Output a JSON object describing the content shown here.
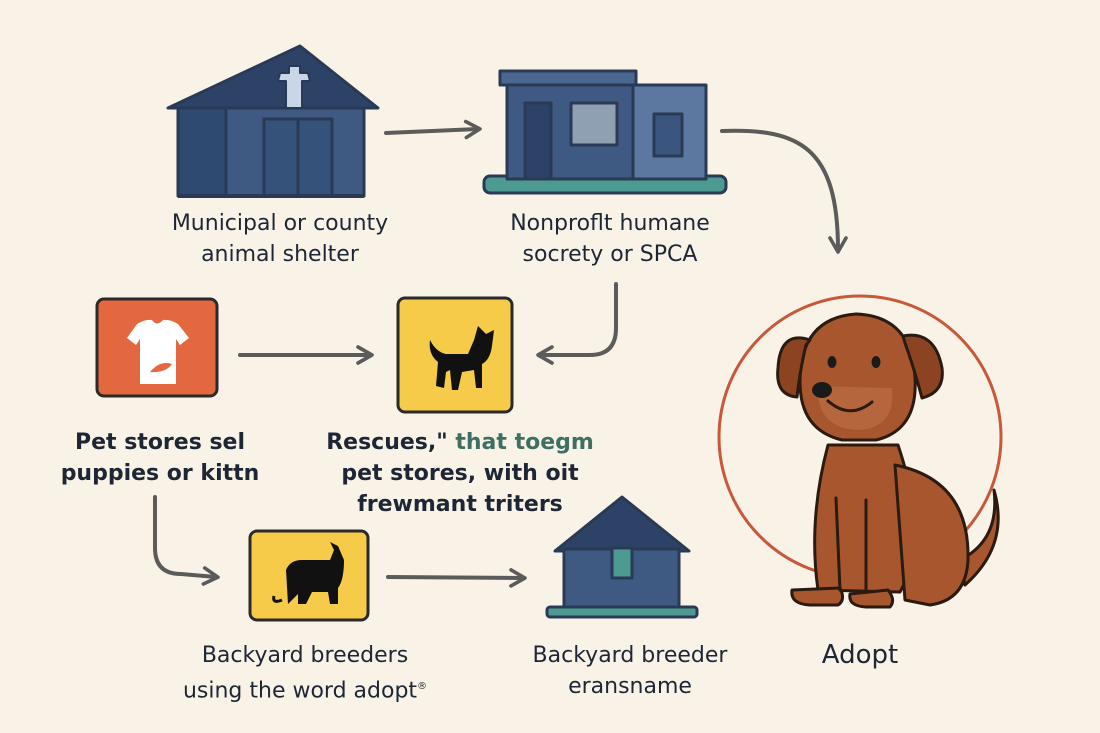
{
  "nodes": {
    "municipal_shelter": {
      "lines": [
        "Municipal or county",
        "animal shelter"
      ]
    },
    "nonprofit_humane": {
      "lines": [
        "Nonproflt humane",
        "socrety or SPCA"
      ]
    },
    "pet_stores": {
      "lines": [
        "Pet stores sel",
        "puppies or kittn"
      ]
    },
    "rescues": {
      "line1a": "Rescues,\"",
      "line1b": " that toegm",
      "line2": "pet stores, with oit",
      "line3": "frewmant triters"
    },
    "backyard_adopt": {
      "lines": [
        "Backyard breeders",
        "using the word  adopt"
      ],
      "mark": "®"
    },
    "backyard_name": {
      "lines": [
        "Backyard breeder",
        "eransname"
      ]
    },
    "adopt": {
      "label": "Adopt"
    }
  },
  "icons": {
    "municipal_shelter": "barn-shelter-icon",
    "nonprofit_humane": "building-icon",
    "pet_stores": "shirt-icon",
    "rescues": "cat-icon",
    "backyard_adopt": "dog-silhouette-icon",
    "backyard_name": "house-icon",
    "adopt": "puppy-icon"
  },
  "colors": {
    "background": "#f8f3e6",
    "navy": "#3e5a82",
    "navy_dark": "#2a3a55",
    "teal": "#4c9a91",
    "orange": "#e3683f",
    "yellow": "#f6cb4a",
    "brown": "#a8562e",
    "ring": "#c9573a",
    "arrow": "#5b5b5b"
  }
}
